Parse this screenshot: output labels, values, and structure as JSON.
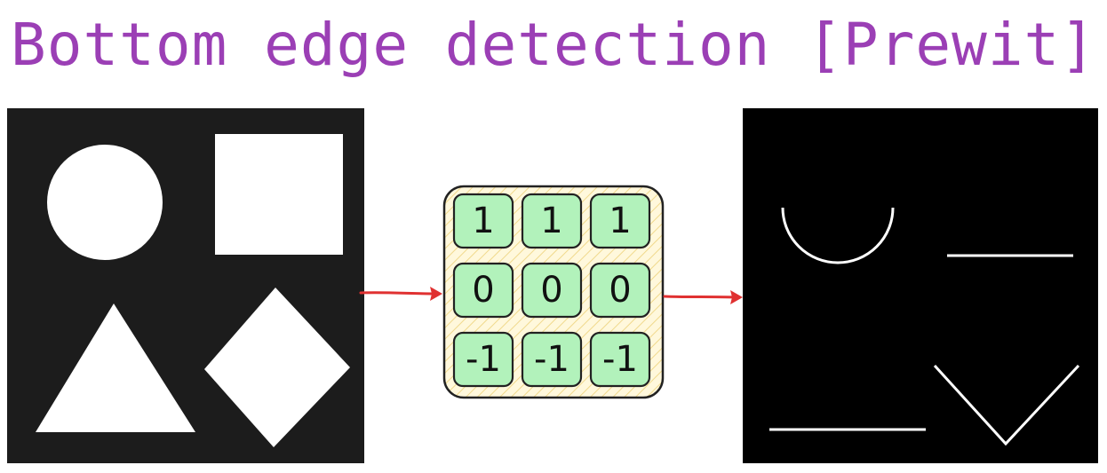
{
  "title": "Bottom edge detection [Prewit]",
  "kernel": {
    "rows": [
      [
        "1",
        "1",
        "1"
      ],
      [
        "0",
        "0",
        "0"
      ],
      [
        "-1",
        "-1",
        "-1"
      ]
    ]
  },
  "colors": {
    "title": "#9b3fb5",
    "cell_fill": "#b2f2bb",
    "kernel_bg": "#fff3bf",
    "arrow": "#e03131"
  }
}
